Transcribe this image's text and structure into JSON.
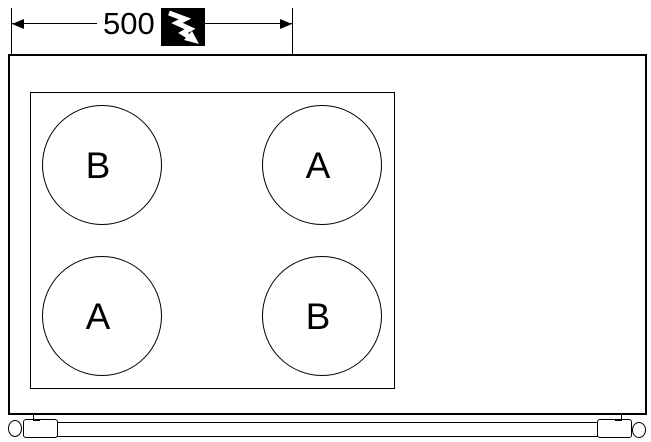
{
  "diagram": {
    "type": "cooktop-top-view-dimension-drawing",
    "dimension": {
      "value": "500",
      "icon": "electric-bolt-icon"
    },
    "burners": [
      {
        "id": "top-left",
        "label": "B"
      },
      {
        "id": "top-right",
        "label": "A"
      },
      {
        "id": "bottom-left",
        "label": "A"
      },
      {
        "id": "bottom-right",
        "label": "B"
      }
    ],
    "colors": {
      "line": "#000000",
      "background": "#ffffff",
      "icon_background": "#000000",
      "icon_glyph": "#ffffff"
    }
  }
}
